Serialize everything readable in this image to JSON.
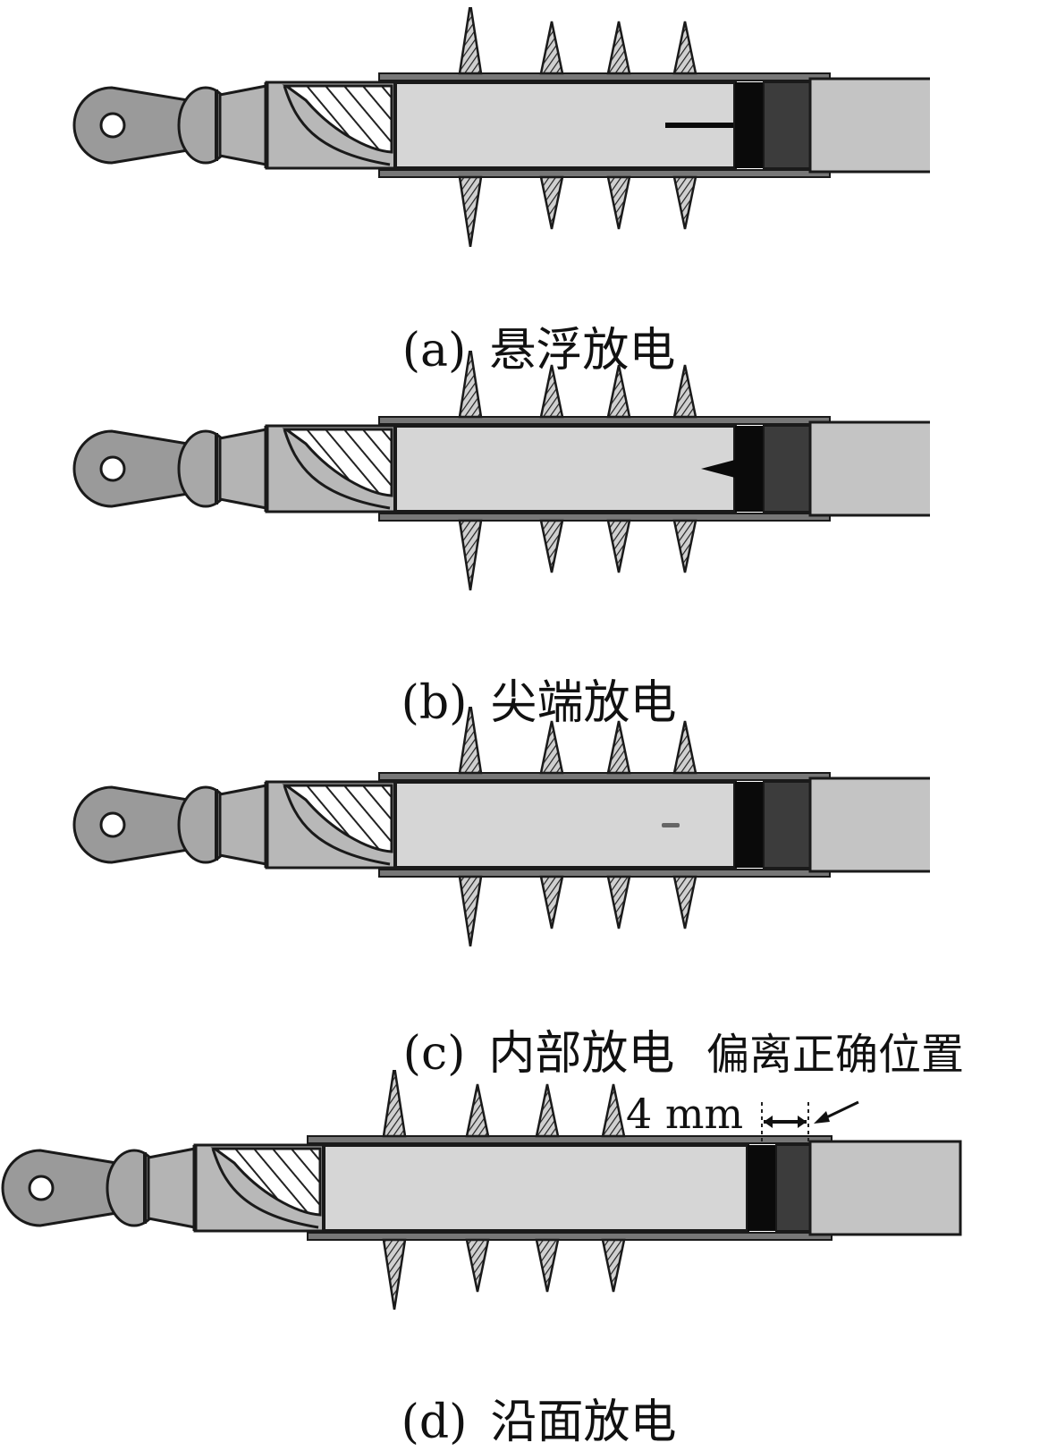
{
  "panels": [
    {
      "label": "(a)",
      "caption": "悬浮放电",
      "defect": "slit"
    },
    {
      "label": "(b)",
      "caption": "尖端放电",
      "defect": "tip"
    },
    {
      "label": "(c)",
      "caption": "内部放电",
      "defect": "internal"
    },
    {
      "label": "(d)",
      "caption": "沿面放电",
      "defect": "offset"
    }
  ],
  "annotation": {
    "displacement_text": "偏离正确位置",
    "gap_text": "4 mm"
  },
  "colors": {
    "lug": "#9a9a9a",
    "body": "#d6d6d6",
    "cone": "#b8b8b8",
    "band_black": "#0a0a0a",
    "band_dark": "#3c3c3c",
    "cable": "#c4c4c4",
    "outline": "#1a1a1a"
  }
}
